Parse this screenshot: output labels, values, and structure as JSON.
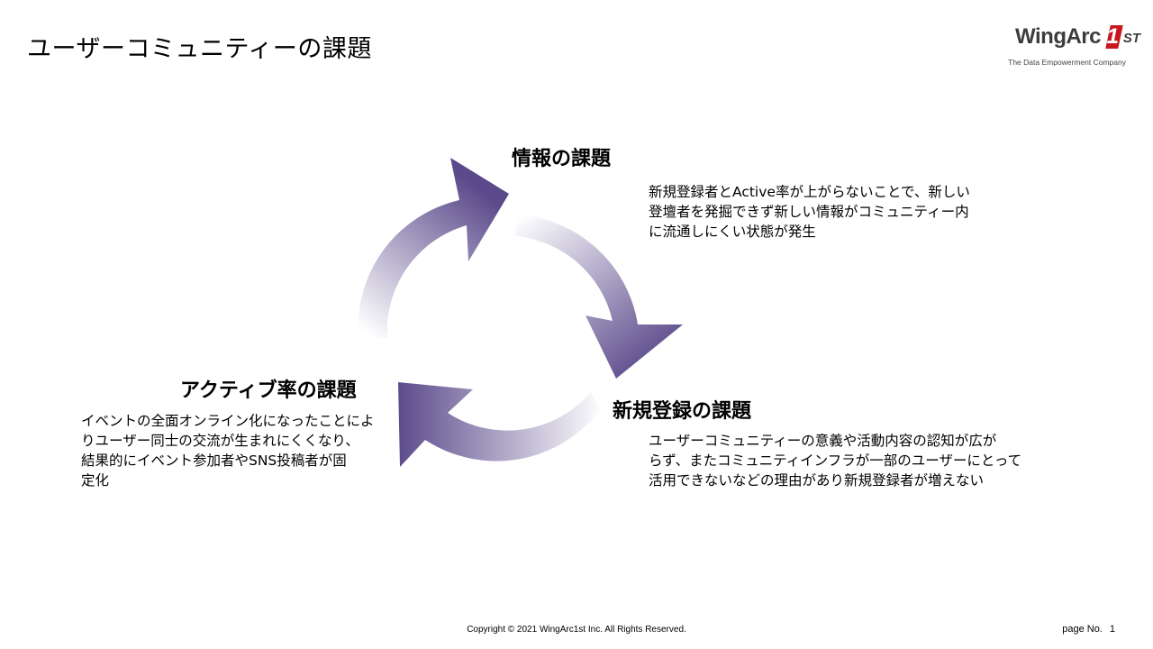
{
  "slide": {
    "title": "ユーザーコミュニティーの課題"
  },
  "logo": {
    "brand": "WingArc",
    "badge_number": "1",
    "badge_suffix": "ST",
    "tagline": "The Data Empowerment Company"
  },
  "cycle": {
    "colors": {
      "arrow_dark": "#5b4a8b",
      "arrow_light": "#ffffff"
    },
    "stages": [
      {
        "heading": "情報の課題",
        "text": "新規登録者とActive率が上がらないことで、新しい\n登壇者を発掘できず新しい情報がコミュニティー内\nに流通しにくい状態が発生"
      },
      {
        "heading": "新規登録の課題",
        "text": "ユーザーコミュニティーの意義や活動内容の認知が広が\nらず、またコミュニティインフラが一部のユーザーにとって\n活用できないなどの理由があり新規登録者が増えない"
      },
      {
        "heading": "アクティブ率の課題",
        "text": "イベントの全面オンライン化になったことによ\nりユーザー同士の交流が生まれにくくなり、\n結果的にイベント参加者やSNS投稿者が固\n定化"
      }
    ]
  },
  "footer": {
    "copyright": "Copyright © 2021 WingArc1st Inc.  All Rights Reserved.",
    "page_label": "page No.",
    "page_number": "1"
  }
}
